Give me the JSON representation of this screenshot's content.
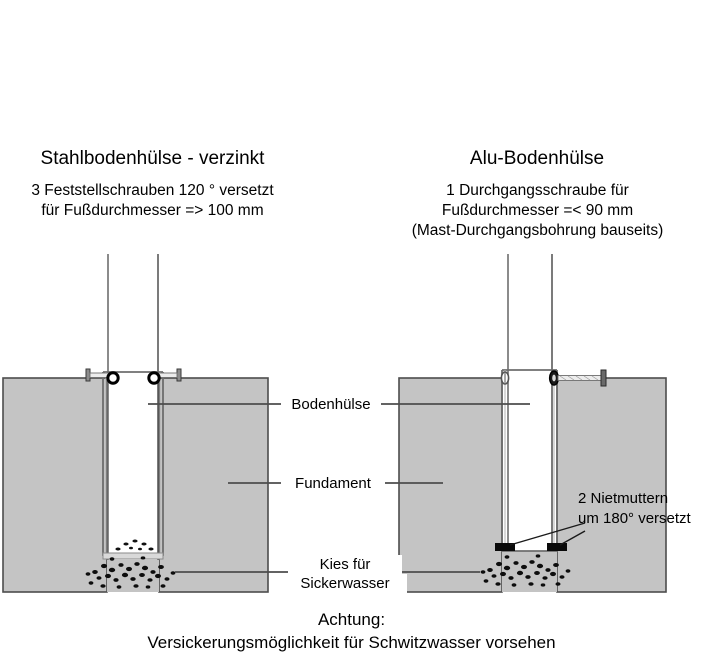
{
  "figure": {
    "type": "technical-cross-section-diagram",
    "background_color": "#ffffff",
    "concrete_color": "#c4c4c4",
    "line_color": "#6e6e6e",
    "dark_line_color": "#000000"
  },
  "left_panel": {
    "title": "Stahlbodenhülse - verzinkt",
    "subtitle_line1": "3 Feststellschrauben 120 ° versetzt",
    "subtitle_line2": "für Fußdurchmesser => 100 mm",
    "parts": {
      "mast": "mast-tube",
      "sleeve": "ground-sleeve",
      "screws": "3 Feststellschrauben",
      "foundation": "concrete-foundation",
      "gravel": "gravel-bed"
    }
  },
  "right_panel": {
    "title": "Alu-Bodenhülse",
    "subtitle_line1": "1 Durchgangsschraube für",
    "subtitle_line2": "Fußdurchmesser =< 90 mm",
    "subtitle_line3": "(Mast-Durchgangsbohrung bauseits)",
    "parts": {
      "mast": "mast-tube",
      "sleeve": "ground-sleeve",
      "bolt": "1 Durchgangsschraube",
      "rivet_nuts": "2 Nietmuttern",
      "foundation": "concrete-foundation",
      "gravel": "gravel-bed"
    }
  },
  "labels": {
    "sleeve": "Bodenhülse",
    "foundation": "Fundament",
    "gravel_line1": "Kies für",
    "gravel_line2": "Sickerwasser",
    "rivet_nuts_line1": "2 Nietmuttern",
    "rivet_nuts_line2": "um 180° versetzt"
  },
  "footer": {
    "warning_line1": "Achtung:",
    "warning_line2": "Versickerungsmöglichkeit für Schwitzwasser vorsehen"
  }
}
